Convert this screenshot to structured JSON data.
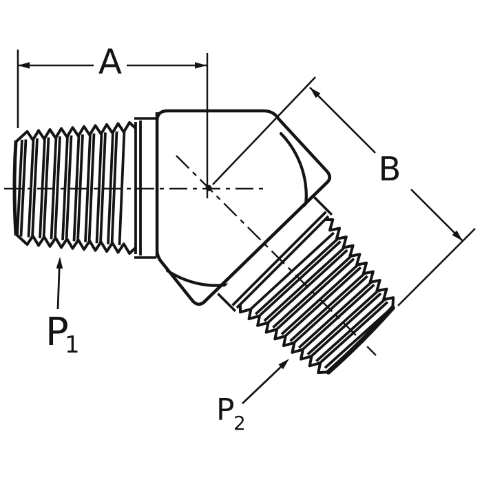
{
  "figure": {
    "type": "technical-line-drawing",
    "subject": "45-degree male elbow pipe fitting, two tapered pipe-thread ports",
    "colors": {
      "ink": "#141414",
      "background": "#ffffff"
    },
    "dimensions": {
      "a": {
        "label": "A"
      },
      "b": {
        "label": "B"
      }
    },
    "ports": {
      "p1": {
        "base": "P",
        "sub": "1"
      },
      "p2": {
        "base": "P",
        "sub": "2"
      }
    }
  }
}
